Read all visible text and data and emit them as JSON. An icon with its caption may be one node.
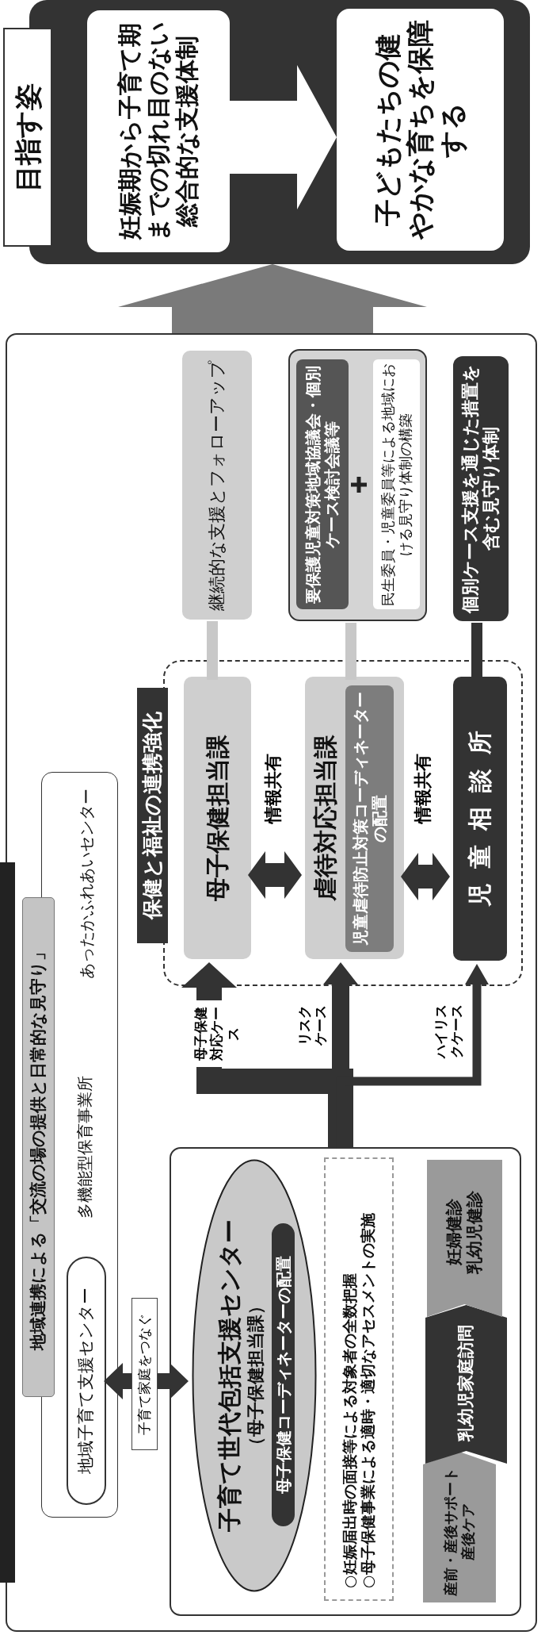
{
  "diagram": {
    "nodes": [
      {
        "text": [],
        "shape": "box"
      },
      {
        "text": [],
        "shape": "box",
        "in": 0
      },
      {
        "text": [
          "地域連携による「交流の場の提供と日常的な見守り」"
        ],
        "in": 0
      },
      {
        "text": [
          "地域子育て支援センター"
        ],
        "in": 1
      },
      {
        "text": [],
        "shape": "box",
        "in": 0
      },
      {
        "text": [
          "子育て世代包括支援センター",
          "（母子保健担当課）"
        ],
        "in": 4
      },
      {
        "text": [
          "母子保健コーディネーターの配置"
        ],
        "in": 5
      },
      {
        "text": [
          "○妊娠届出時の面接等による対象者の全数把握",
          "○母子保健事業による適時・適切なアセスメントの実施"
        ],
        "in": 4
      },
      {
        "text": [
          "産前・産後サポート",
          "産後ケア"
        ],
        "in": 4
      },
      {
        "text": [
          "乳幼児家庭訪問"
        ],
        "in": 4
      },
      {
        "text": [
          "妊婦健診",
          "乳幼児健診"
        ],
        "in": 4
      },
      {
        "text": [
          "保健と福祉の連携強化"
        ],
        "in": 0
      },
      {
        "text": [
          "母子保健担当課"
        ],
        "in": 11
      },
      {
        "text": [
          "虐待対応担当課"
        ],
        "in": 11
      },
      {
        "text": [
          "児童虐待防止対策コーディネーターの配置"
        ],
        "in": 13
      },
      {
        "text": [
          "児童相談所"
        ],
        "in": 11
      },
      {
        "text": [
          "継続的な支援とフォローアップ"
        ],
        "in": 0
      },
      {
        "text": [],
        "shape": "box",
        "in": 0
      },
      {
        "text": [
          "要保護児童対策地域協議会・個別ケース検討会議等"
        ],
        "in": 17
      },
      {
        "text": [
          "民生委員・児童委員等による地域における見守り体制の構築"
        ],
        "in": 17
      },
      {
        "text": [
          "個別ケース支援を通じた措置を含む見守り体制"
        ],
        "in": 0
      },
      {
        "text": [
          "目指す姿"
        ]
      },
      {
        "text": [
          "妊娠期から子育て期までの切れ目のない総合的な支援体制"
        ],
        "in": 21
      },
      {
        "text": [
          "子どもたちの健やかな育ちを保障する"
        ],
        "in": 21
      }
    ],
    "edges": [
      {
        "from": 5,
        "to": 3,
        "arrow": "both",
        "label": "子育て家庭をつなぐ"
      },
      {
        "from": 4,
        "to": 12,
        "arrow": "to",
        "label": "母子保健対応ケース"
      },
      {
        "from": 4,
        "to": 13,
        "arrow": "to",
        "label": "リスクケース"
      },
      {
        "from": 4,
        "to": 15,
        "arrow": "to",
        "label": "ハイリスクケース"
      },
      {
        "from": 12,
        "to": 13,
        "arrow": "both",
        "label": "情報共有"
      },
      {
        "from": 13,
        "to": 15,
        "arrow": "both",
        "label": "情報共有"
      },
      {
        "from": 12,
        "to": 16,
        "arrow": "none",
        "color": "#c8c8c8"
      },
      {
        "from": 13,
        "to": 17,
        "arrow": "none",
        "color": "#c8c8c8"
      },
      {
        "from": 15,
        "to": 20,
        "arrow": "none"
      },
      {
        "from": 0,
        "to": 21,
        "arrow": "to",
        "color": "#7a7a7a"
      },
      {
        "from": 22,
        "to": 23,
        "arrow": "to",
        "color": "#ffffff"
      }
    ],
    "labels": [
      "多機能型保育事業所",
      "あったかふれあいセンター"
    ]
  }
}
